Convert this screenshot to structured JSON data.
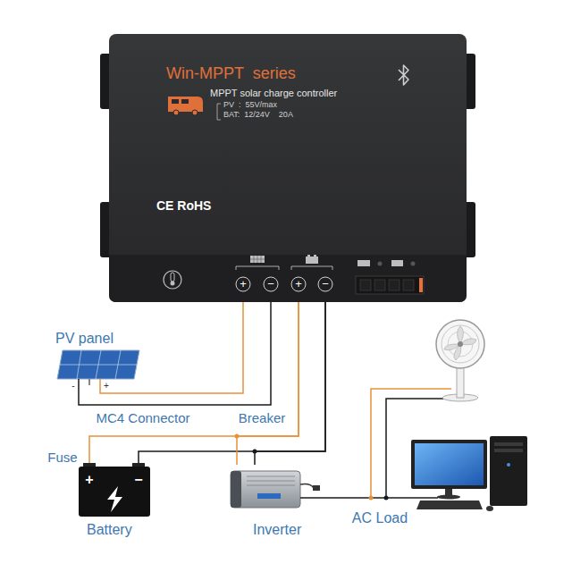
{
  "diagram": {
    "nodes": [
      {
        "text": [
          "Win-MPPT  series",
          "MPPT solar charge controller",
          "PV  :  55V/max",
          "BAT:  12/24V    20A",
          "CE RoHS"
        ]
      },
      {
        "text": [
          "PV panel"
        ]
      },
      {
        "text": [
          "Battery"
        ]
      },
      {
        "text": [
          "Inverter"
        ]
      }
    ],
    "edges": [
      {
        "from": 0,
        "to": 1,
        "arrow": "none"
      },
      {
        "from": 0,
        "to": 2,
        "arrow": "none"
      },
      {
        "from": 0,
        "to": 3,
        "arrow": "none"
      }
    ],
    "labels": [
      "+",
      "−",
      "+",
      "−",
      "-",
      "+",
      "MC4 Connector",
      "Breaker",
      "Fuse",
      "+",
      "−",
      "AC Load"
    ]
  }
}
